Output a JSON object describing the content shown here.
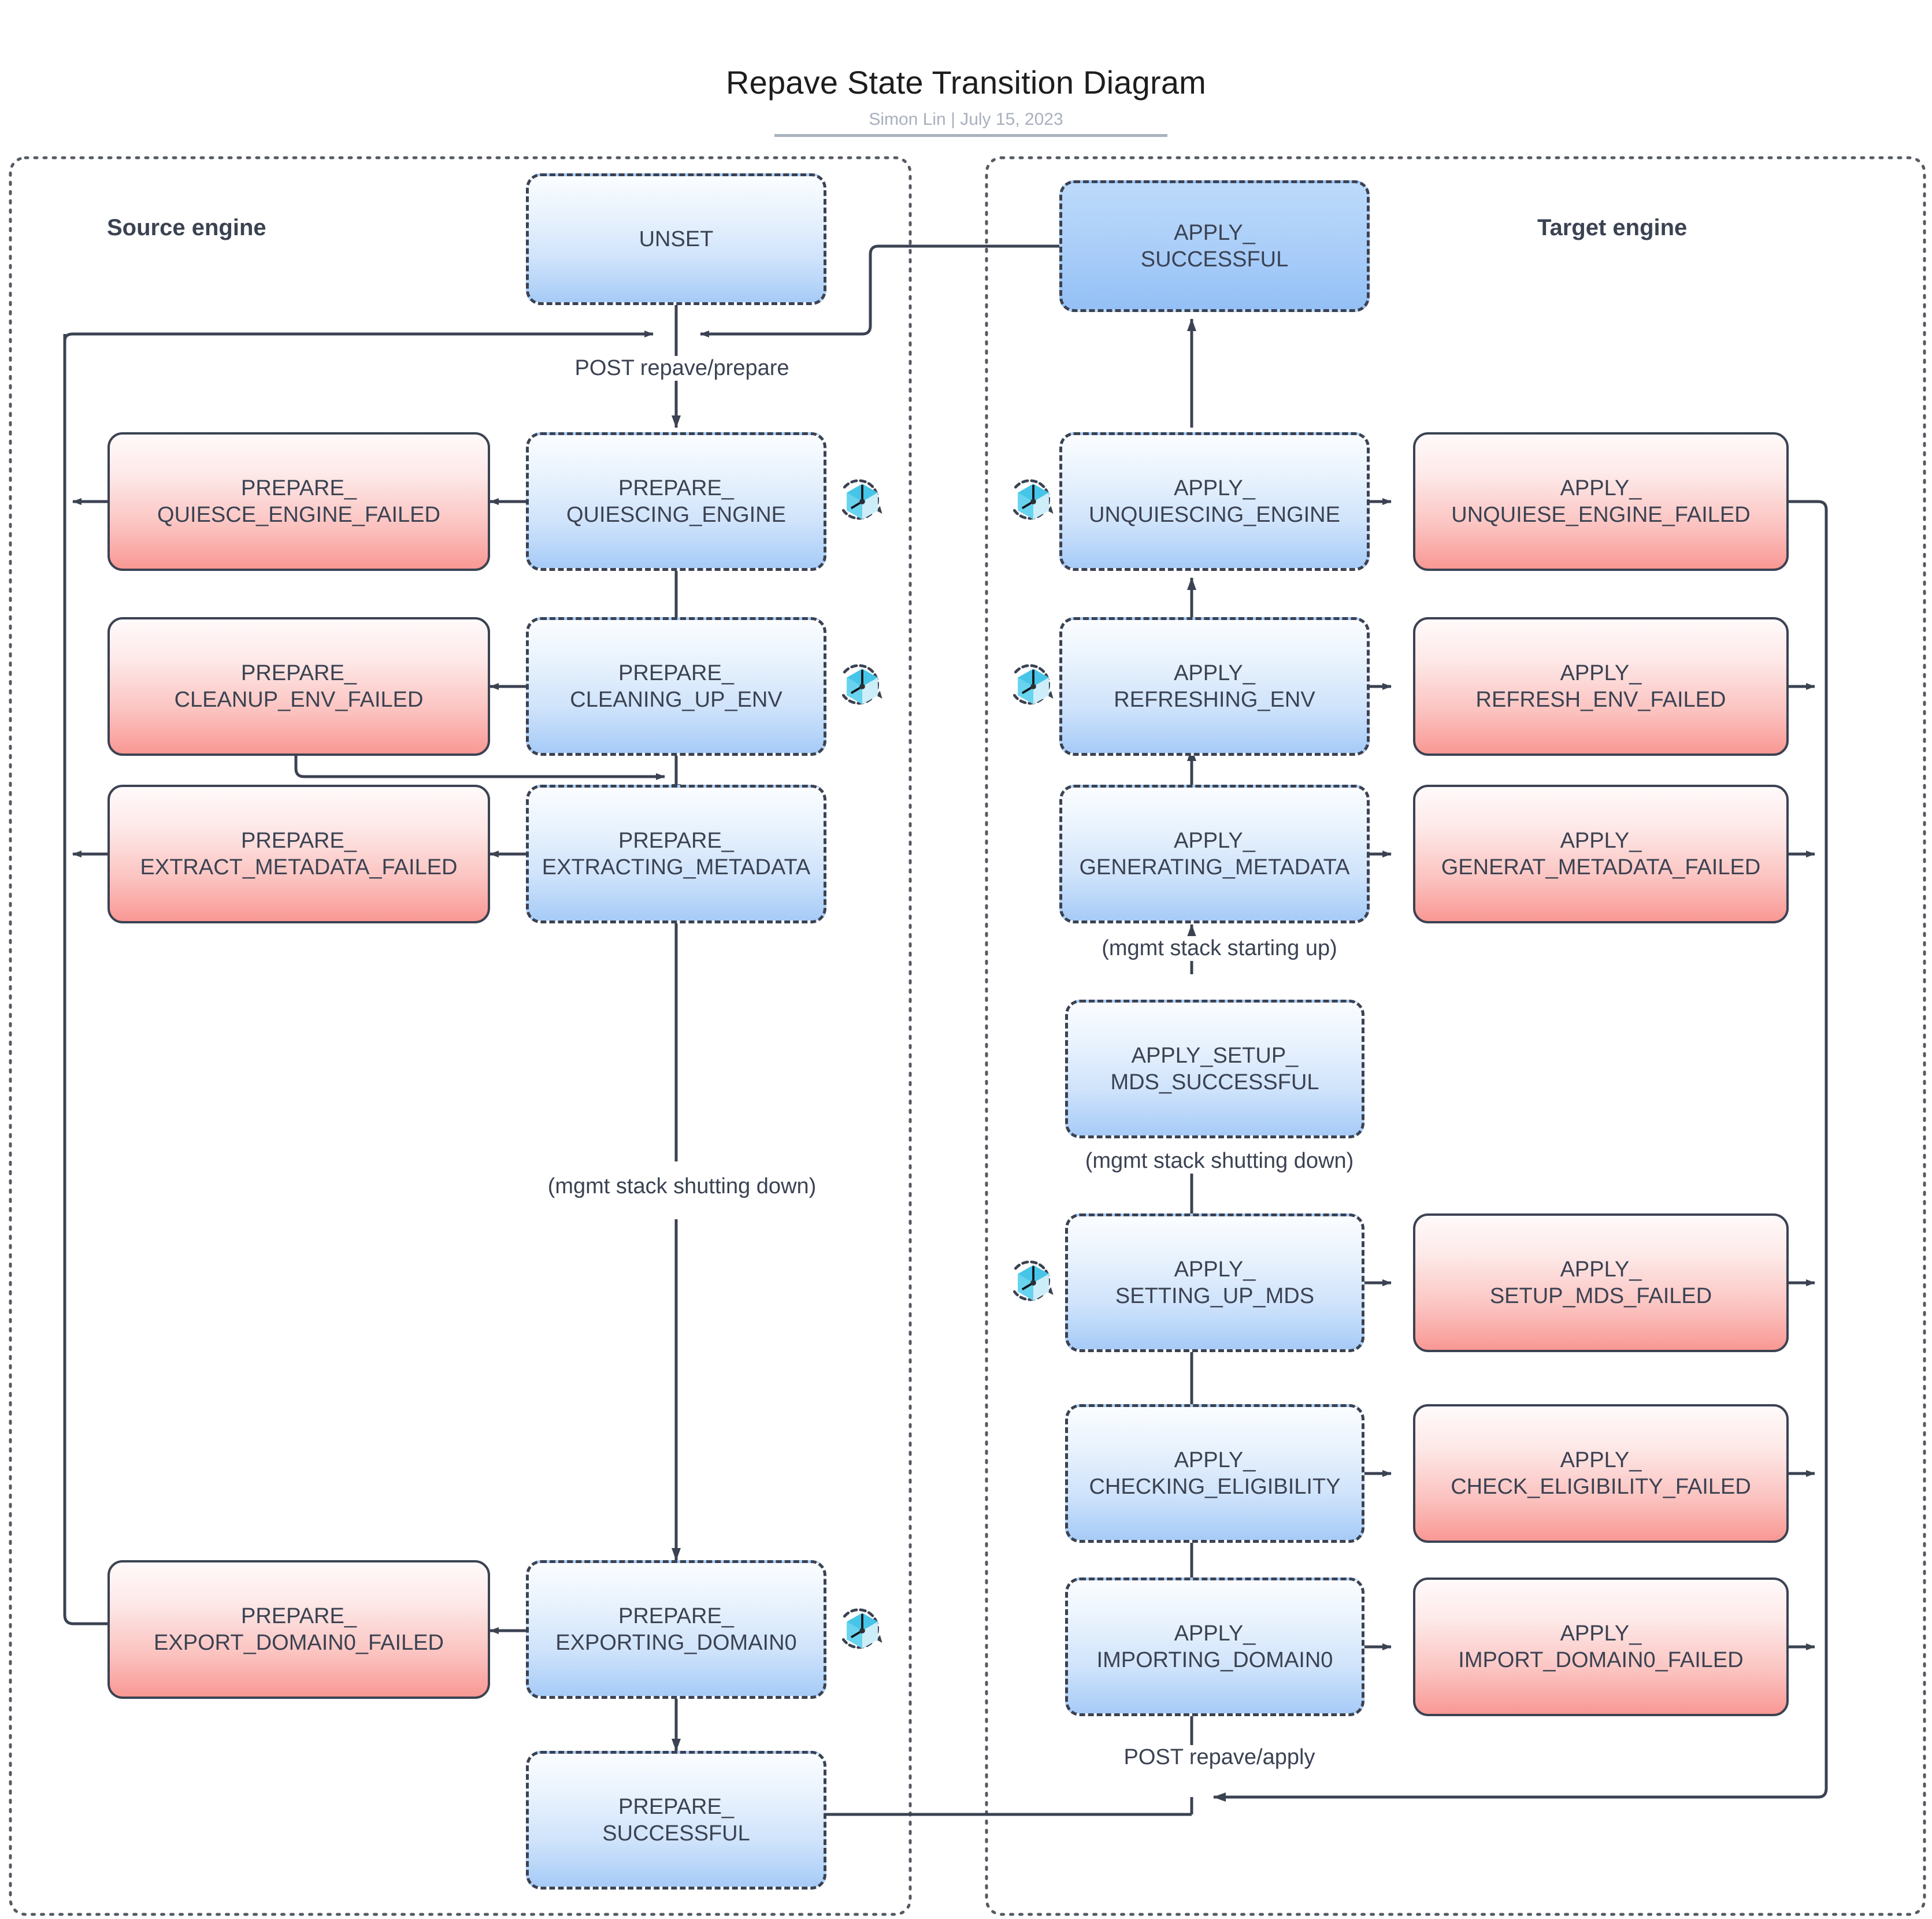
{
  "header": {
    "title": "Repave State Transition Diagram",
    "subtitle": "Simon Lin  |  July 15, 2023"
  },
  "panels": {
    "source": {
      "title": "Source engine"
    },
    "target": {
      "title": "Target engine"
    }
  },
  "colors": {
    "blue_state_fill_top": "#fbfdff",
    "blue_state_fill_bottom": "#a6cbf7",
    "red_state_fill_top": "#fffafa",
    "red_state_fill_bottom": "#f99894",
    "border": "#3b4252",
    "timer_icon_cyan": "#33b9dd",
    "subtitle_gray": "#a8b0bd"
  },
  "icons": {
    "timer": "retry-timer-icon"
  },
  "edge_labels": {
    "post_prepare": "POST repave/prepare",
    "post_apply": "POST repave/apply",
    "mgmt_shutting_down_source": "(mgmt stack shutting down)",
    "mgmt_starting_up": "(mgmt stack starting up)",
    "mgmt_shutting_down_target": "(mgmt stack shutting down)"
  },
  "states": {
    "source": [
      {
        "id": "unset",
        "label": "UNSET",
        "kind": "blue",
        "retry": false
      },
      {
        "id": "prepare_quiescing",
        "label": "PREPARE_\nQUIESCING_ENGINE",
        "kind": "blue",
        "retry": true
      },
      {
        "id": "prepare_quiesce_failed",
        "label": "PREPARE_\nQUIESCE_ENGINE_FAILED",
        "kind": "red",
        "retry": false
      },
      {
        "id": "prepare_cleaning",
        "label": "PREPARE_\nCLEANING_UP_ENV",
        "kind": "blue",
        "retry": true
      },
      {
        "id": "prepare_cleanup_failed",
        "label": "PREPARE_\nCLEANUP_ENV_FAILED",
        "kind": "red",
        "retry": false
      },
      {
        "id": "prepare_extracting",
        "label": "PREPARE_\nEXTRACTING_METADATA",
        "kind": "blue",
        "retry": false
      },
      {
        "id": "prepare_extract_failed",
        "label": "PREPARE_\nEXTRACT_METADATA_FAILED",
        "kind": "red",
        "retry": false
      },
      {
        "id": "prepare_exporting",
        "label": "PREPARE_\nEXPORTING_DOMAIN0",
        "kind": "blue",
        "retry": true
      },
      {
        "id": "prepare_export_failed",
        "label": "PREPARE_\nEXPORT_DOMAIN0_FAILED",
        "kind": "red",
        "retry": false
      },
      {
        "id": "prepare_successful",
        "label": "PREPARE_\nSUCCESSFUL",
        "kind": "blue",
        "retry": false
      }
    ],
    "target": [
      {
        "id": "apply_successful",
        "label": "APPLY_\nSUCCESSFUL",
        "kind": "blue-solid",
        "retry": false
      },
      {
        "id": "apply_unquiescing",
        "label": "APPLY_\nUNQUIESCING_ENGINE",
        "kind": "blue",
        "retry": true
      },
      {
        "id": "apply_unquiese_failed",
        "label": "APPLY_\nUNQUIESE_ENGINE_FAILED",
        "kind": "red",
        "retry": false
      },
      {
        "id": "apply_refreshing",
        "label": "APPLY_\nREFRESHING_ENV",
        "kind": "blue",
        "retry": true
      },
      {
        "id": "apply_refresh_failed",
        "label": "APPLY_\nREFRESH_ENV_FAILED",
        "kind": "red",
        "retry": false
      },
      {
        "id": "apply_generating",
        "label": "APPLY_\nGENERATING_METADATA",
        "kind": "blue",
        "retry": false
      },
      {
        "id": "apply_generat_failed",
        "label": "APPLY_\nGENERAT_METADATA_FAILED",
        "kind": "red",
        "retry": false
      },
      {
        "id": "apply_setup_mds_ok",
        "label": "APPLY_SETUP_\nMDS_SUCCESSFUL",
        "kind": "blue",
        "retry": false
      },
      {
        "id": "apply_setting_up_mds",
        "label": "APPLY_\nSETTING_UP_MDS",
        "kind": "blue",
        "retry": true
      },
      {
        "id": "apply_setup_mds_failed",
        "label": "APPLY_\nSETUP_MDS_FAILED",
        "kind": "red",
        "retry": false
      },
      {
        "id": "apply_checking",
        "label": "APPLY_\nCHECKING_ELIGIBILITY",
        "kind": "blue",
        "retry": false
      },
      {
        "id": "apply_check_failed",
        "label": "APPLY_\nCHECK_ELIGIBILITY_FAILED",
        "kind": "red",
        "retry": false
      },
      {
        "id": "apply_importing",
        "label": "APPLY_\nIMPORTING_DOMAIN0",
        "kind": "blue",
        "retry": false
      },
      {
        "id": "apply_import_failed",
        "label": "APPLY_\nIMPORT_DOMAIN0_FAILED",
        "kind": "red",
        "retry": false
      }
    ]
  }
}
